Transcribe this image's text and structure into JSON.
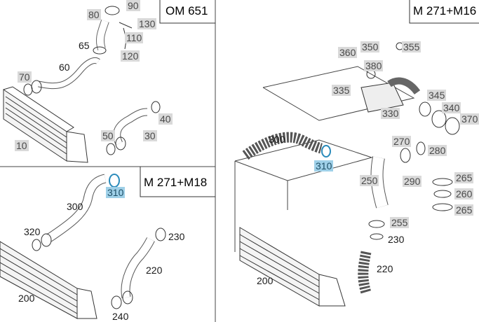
{
  "panels": [
    {
      "engine": "OM 651",
      "callouts": [
        "80",
        "90",
        "130",
        "110",
        "120",
        "65",
        "60",
        "70",
        "40",
        "50",
        "30",
        "10"
      ]
    },
    {
      "engine": "M 271+M18",
      "callouts": [
        "310",
        "300",
        "320",
        "230",
        "220",
        "200",
        "240"
      ]
    },
    {
      "engine": "M 271+M16",
      "callouts": [
        "360",
        "350",
        "355",
        "380",
        "335",
        "345",
        "340",
        "370",
        "330",
        "300",
        "310",
        "270",
        "280",
        "250",
        "290",
        "265",
        "260",
        "265",
        "255",
        "230",
        "220",
        "200"
      ]
    }
  ],
  "highlighted_part": "310",
  "colors": {
    "highlight": "#9fd0e8",
    "callout_bg": "#d9d9d9"
  }
}
